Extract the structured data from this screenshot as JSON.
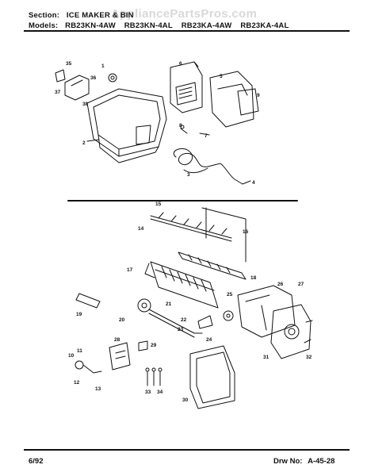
{
  "header": {
    "section_label": "Section:",
    "section_value": "ICE MAKER & BIN",
    "models_label": "Models:",
    "models": [
      "RB23KN-4AW",
      "RB23KN-4AL",
      "RB23KA-4AW",
      "RB23KA-4AL"
    ]
  },
  "watermark": "AppliancePartsPros.com",
  "footer": {
    "date": "6/92",
    "drawing_label": "Drw No:",
    "drawing_number": "A-45-28"
  },
  "diagram": {
    "part_labels": [
      "1",
      "2",
      "3",
      "4",
      "5",
      "6",
      "7",
      "8",
      "9",
      "10",
      "11",
      "12",
      "13",
      "14",
      "15",
      "16",
      "17",
      "18",
      "19",
      "20",
      "21",
      "22",
      "23",
      "24",
      "25",
      "26",
      "27",
      "28",
      "29",
      "30",
      "31",
      "32",
      "33",
      "34",
      "35",
      "36",
      "37",
      "38"
    ]
  },
  "colors": {
    "ink": "#111111",
    "watermark": "#d9d9d9",
    "paper": "#ffffff"
  }
}
